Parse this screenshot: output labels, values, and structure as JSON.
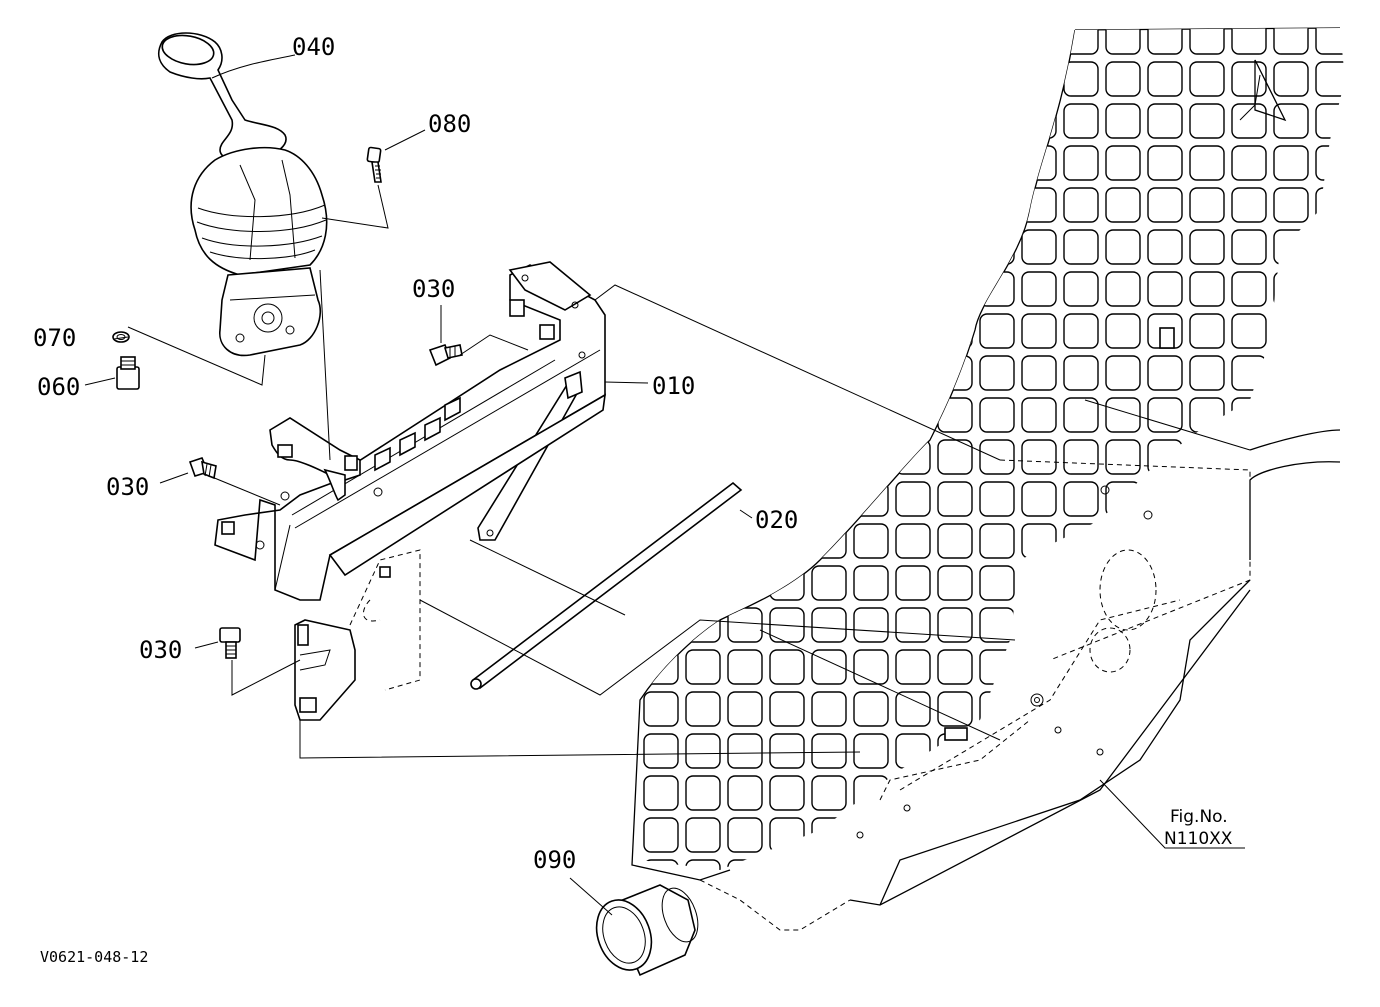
{
  "diagram": {
    "drawing_code": "V0621-048-12",
    "figure_reference": {
      "line1": "Fig.No.",
      "line2": "N110XX"
    },
    "part_labels": [
      {
        "id": "p040",
        "text": "040"
      },
      {
        "id": "p080",
        "text": "080"
      },
      {
        "id": "p030a",
        "text": "030"
      },
      {
        "id": "p070",
        "text": "070"
      },
      {
        "id": "p060",
        "text": "060"
      },
      {
        "id": "p010",
        "text": "010"
      },
      {
        "id": "p030b",
        "text": "030"
      },
      {
        "id": "p020",
        "text": "020"
      },
      {
        "id": "p030c",
        "text": "030"
      },
      {
        "id": "p090",
        "text": "090"
      }
    ]
  }
}
